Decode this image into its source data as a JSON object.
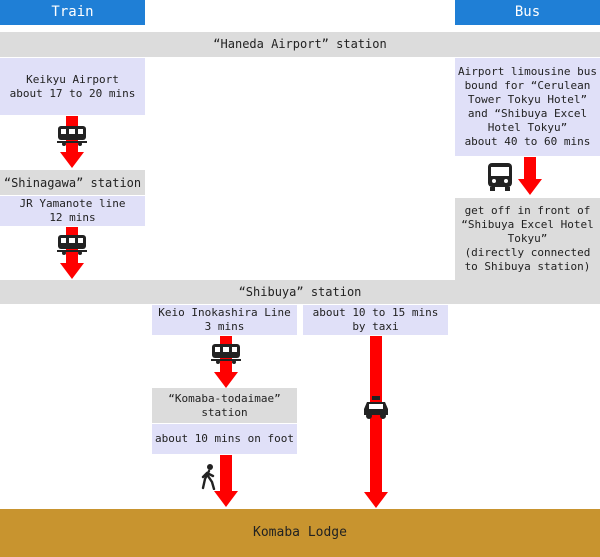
{
  "headers": {
    "train": "Train",
    "bus": "Bus"
  },
  "stations": {
    "haneda": "“Haneda Airport” station",
    "shinagawa": "“Shinagawa” station",
    "shibuya": "“Shibuya” station",
    "komaba_todaimae": "“Komaba-todaimae”\nstation"
  },
  "routes": {
    "keikyu": "Keikyu Airport\nabout 17 to 20 mins",
    "yamanote": "JR Yamanote line\n12 mins",
    "limousine": "Airport limousine bus\nbound for “Cerulean\nTower Tokyu Hotel”\nand “Shibuya Excel\nHotel Tokyu”\nabout 40 to 60 mins",
    "getoff": "get off in front of\n“Shibuya Excel Hotel\nTokyu”\n(directly connected\nto Shibuya station)",
    "inokashira": "Keio Inokashira Line\n3 mins",
    "taxi": "about 10 to 15 mins\nby taxi",
    "foot": "about 10 mins on foot"
  },
  "destination": "Komaba Lodge",
  "colors": {
    "header_blue": "#1f7fd6",
    "arrow_red": "#ff0000",
    "lodge_gold": "#c8942f",
    "route_box": "#e0e0f8",
    "station_box": "#dcdcdc"
  },
  "icons": [
    "train-icon",
    "bus-icon",
    "taxi-icon",
    "walking-person-icon"
  ]
}
